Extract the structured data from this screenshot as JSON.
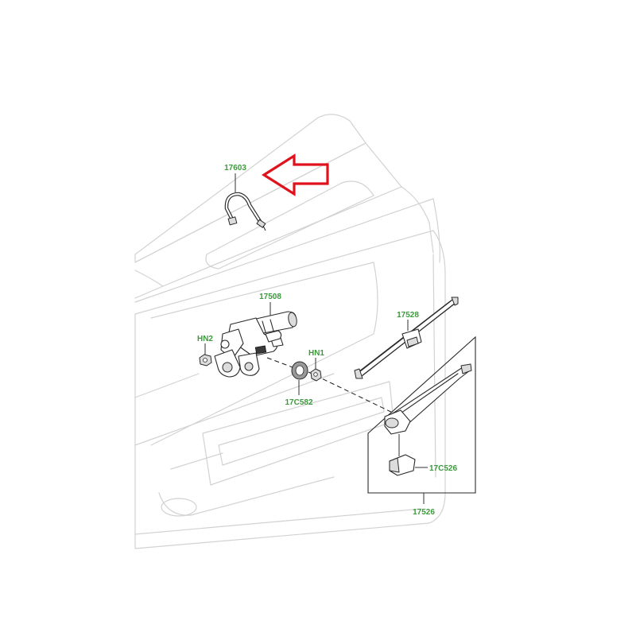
{
  "parts": [
    {
      "id": "hose",
      "label": "17603"
    },
    {
      "id": "motor",
      "label": "17508"
    },
    {
      "id": "nut-hn2",
      "label": "HN2"
    },
    {
      "id": "nut-hn1",
      "label": "HN1"
    },
    {
      "id": "grommet",
      "label": "17C582"
    },
    {
      "id": "blade",
      "label": "17528"
    },
    {
      "id": "cap",
      "label": "17C526"
    },
    {
      "id": "arm-assembly",
      "label": "17526"
    }
  ],
  "colors": {
    "label": "#3c9a3c",
    "arrow": "#e0121c",
    "outline": "#d2d2d2",
    "part": "#2a2a2a"
  },
  "icons": {
    "pointer": "arrow-left-icon"
  }
}
